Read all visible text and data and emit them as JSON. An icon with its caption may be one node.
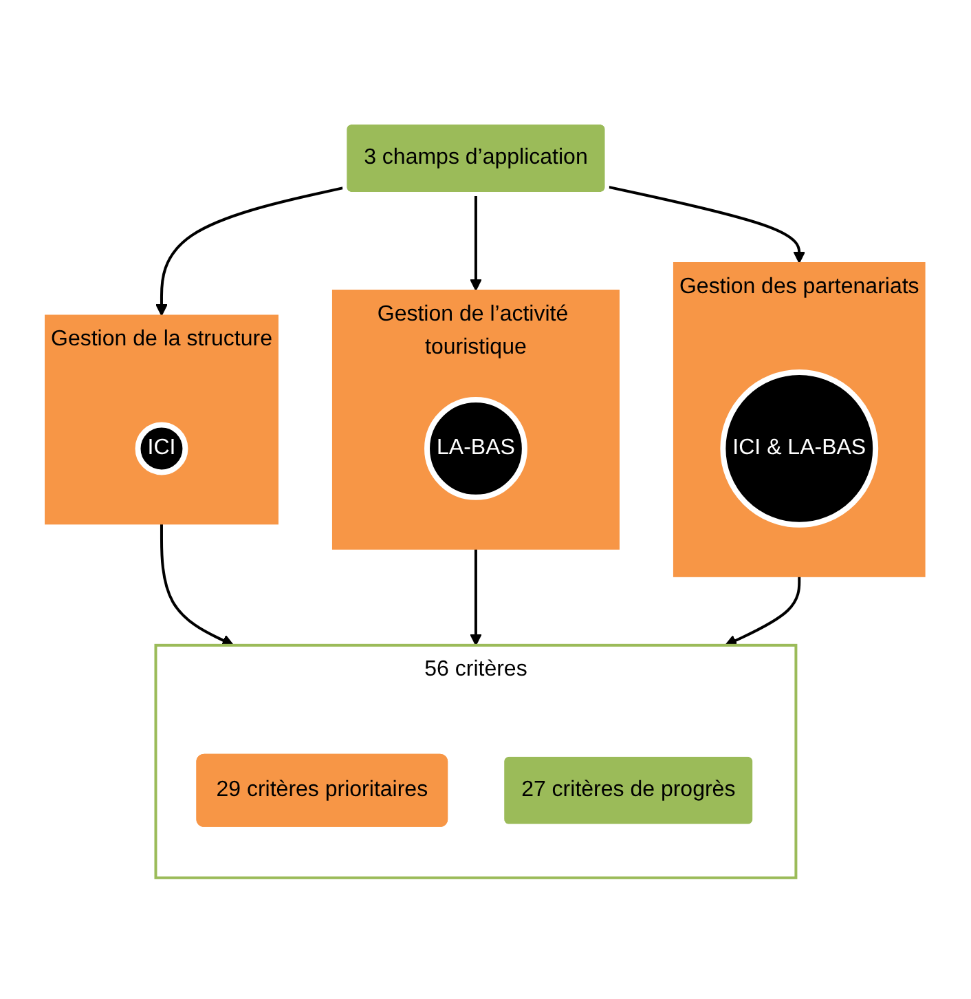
{
  "diagram": {
    "nodes": [
      {
        "text": [
          "3 champs d’application"
        ]
      },
      {
        "text": [
          "Gestion de la structure"
        ]
      },
      {
        "text": [
          "ICI"
        ],
        "in": 1
      },
      {
        "text": [
          "Gestion de l’activité touristique"
        ]
      },
      {
        "text": [
          "LA-BAS"
        ],
        "in": 3
      },
      {
        "text": [
          "Gestion des partenariats"
        ]
      },
      {
        "text": [
          "ICI & LA-BAS"
        ],
        "in": 5
      },
      {
        "text": [
          "56 critères"
        ]
      },
      {
        "text": [
          "29 critères prioritaires"
        ],
        "in": 7
      },
      {
        "text": [
          "27 critères de progrès"
        ],
        "in": 7
      }
    ],
    "edges": [
      {
        "from": 0,
        "to": 1,
        "arrow": "to"
      },
      {
        "from": 0,
        "to": 3,
        "arrow": "to"
      },
      {
        "from": 0,
        "to": 5,
        "arrow": "to"
      },
      {
        "from": 1,
        "to": 7,
        "arrow": "to"
      },
      {
        "from": 3,
        "to": 7,
        "arrow": "to"
      },
      {
        "from": 5,
        "to": 7,
        "arrow": "to"
      }
    ]
  }
}
